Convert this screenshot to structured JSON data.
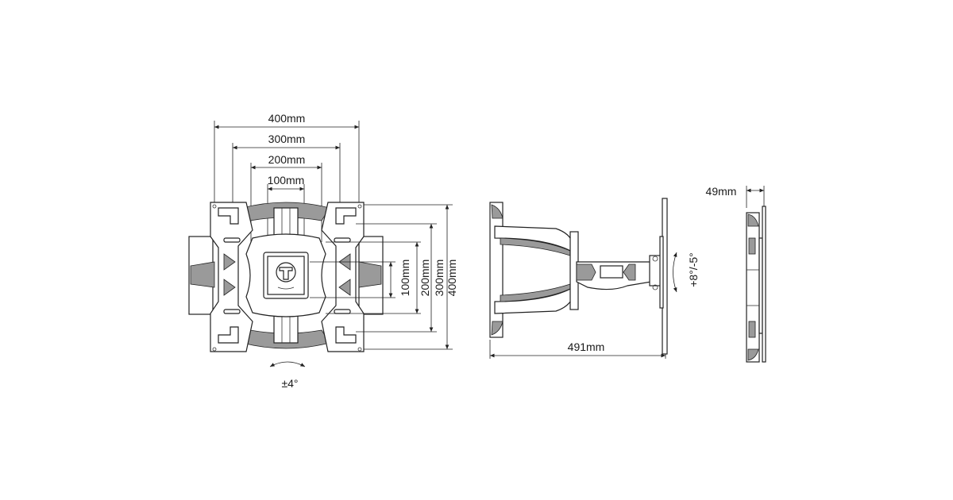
{
  "front_view": {
    "horizontal_dimensions": [
      "400mm",
      "300mm",
      "200mm",
      "100mm"
    ],
    "vertical_dimensions": [
      "100mm",
      "200mm",
      "300mm",
      "400mm"
    ],
    "swivel_label": "±4°"
  },
  "side_view": {
    "extension_label": "491mm",
    "tilt_label": "+8°/-5°"
  },
  "profile_view": {
    "depth_label": "49mm"
  },
  "colors": {
    "line": "#222222",
    "hatch": "#9a9a9a",
    "background": "#ffffff"
  }
}
